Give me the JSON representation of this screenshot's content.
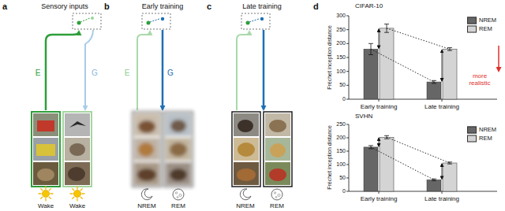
{
  "diagram": {
    "labels": [
      "a",
      "Sensory inputs",
      "E",
      "G",
      "Wake",
      "Wake",
      "b",
      "Early training",
      "E",
      "G",
      "NREM",
      "REM",
      "c",
      "Late training",
      "NREM",
      "REM",
      "d",
      "CIFAR-10",
      "Fréchet inception distance",
      "0",
      "50",
      "100",
      "150",
      "200",
      "250",
      "300",
      "Early training",
      "Late training",
      "more realistic",
      "SVHN",
      "Fréchet inception distance",
      "0",
      "50",
      "100",
      "150",
      "200",
      "250",
      "Early training",
      "Late training"
    ],
    "legend": [
      {
        "text": "NREM",
        "color": "#666666"
      },
      {
        "text": "REM",
        "color": "#d4d4d4"
      },
      {
        "text": "NREM",
        "color": "#666666"
      },
      {
        "text": "REM",
        "color": "#d4d4d4"
      }
    ]
  }
}
